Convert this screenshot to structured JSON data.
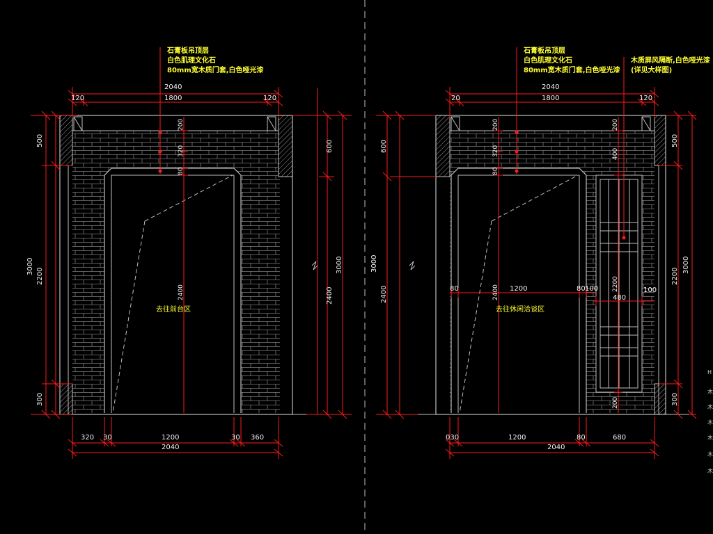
{
  "colors": {
    "background": "#000000",
    "dimension": "#ff1a1a",
    "annotation": "#ffff33",
    "outline": "#bfbfbf",
    "brick": "#8a8a8a",
    "hatch": "#9a9a9a"
  },
  "left_elevation": {
    "notes": [
      "石膏板吊顶层",
      "白色肌理文化石",
      "80mm宽木质门套,白色哑光漆"
    ],
    "top_total": "2040",
    "top_segments": [
      "120",
      "1800",
      "120"
    ],
    "left_dims": [
      "500",
      "2200",
      "300"
    ],
    "left_total": "3000",
    "right_dims": [
      "600",
      "2400"
    ],
    "right_total": "3000",
    "inner_vertical": [
      "200",
      "320",
      "80",
      "2400"
    ],
    "bottom_segments": [
      "320",
      "30",
      "1200",
      "30",
      "360"
    ],
    "bottom_total": "2040",
    "door_label": "去往前台区"
  },
  "right_elevation": {
    "notes": [
      "石膏板吊顶层",
      "白色肌理文化石",
      "80mm宽木质门套,白色哑光漆"
    ],
    "screen_note": [
      "木质屏风隔断,白色哑光漆",
      "(详见大样图)"
    ],
    "top_total": "2040",
    "top_segments": [
      "20",
      "1800",
      "120"
    ],
    "left_dims": [
      "600",
      "2400"
    ],
    "left_total": "3000",
    "right_dims": [
      "500",
      "2200",
      "300"
    ],
    "right_total": "3000",
    "inner_vertical": [
      "200",
      "320",
      "80",
      "2400"
    ],
    "screen_vertical": [
      "200",
      "400",
      "2200",
      "200"
    ],
    "middle_dims": [
      "80",
      "1200",
      "80",
      "100",
      "480",
      "100"
    ],
    "bottom_segments": [
      "030",
      "1200",
      "80",
      "680"
    ],
    "bottom_total": "2040",
    "door_label": "去往休闲洽谈区"
  },
  "edge_glyphs": [
    "H",
    "木",
    "木",
    "木",
    "木",
    "木",
    "木"
  ]
}
